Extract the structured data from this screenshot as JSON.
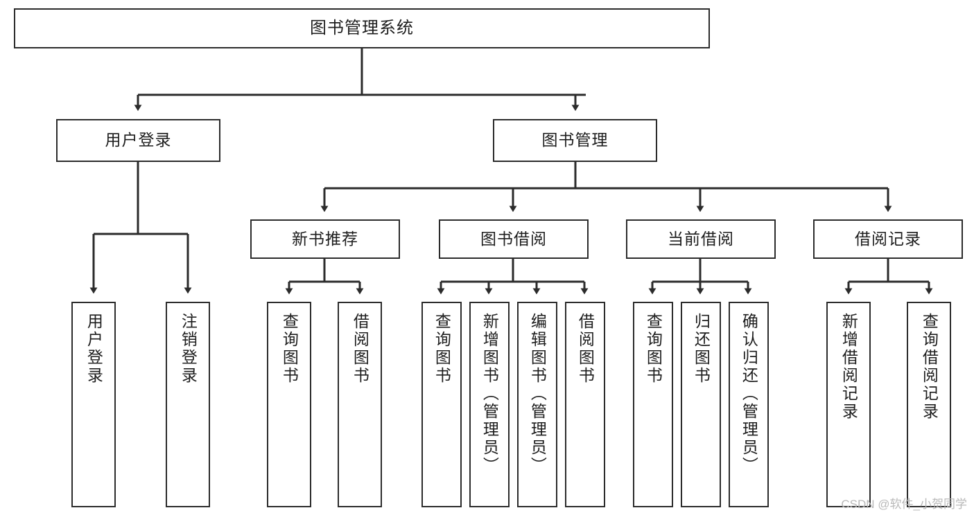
{
  "diagram": {
    "title": "图书管理系统",
    "type": "tree-hierarchy-chart",
    "orientation": "top-down",
    "colors": {
      "background": "#ffffff",
      "node_fill": "#ffffff",
      "node_border": "#2b2b2b",
      "edge": "#2b2b2b",
      "text": "#1d1d1d",
      "watermark": "#b9b9b9"
    }
  },
  "root": {
    "label": "图书管理系统"
  },
  "level2": [
    {
      "label": "用户登录"
    },
    {
      "label": "图书管理"
    }
  ],
  "level3": [
    {
      "label": "新书推荐"
    },
    {
      "label": "图书借阅"
    },
    {
      "label": "当前借阅"
    },
    {
      "label": "借阅记录"
    }
  ],
  "leaves": {
    "user_login": [
      {
        "label": "用户登录"
      },
      {
        "label": "注销登录"
      }
    ],
    "new_book": [
      {
        "label": "查询图书"
      },
      {
        "label": "借阅图书"
      }
    ],
    "book_borrow": [
      {
        "label": "查询图书"
      },
      {
        "label": "新增图书（管理员）"
      },
      {
        "label": "编辑图书（管理员）"
      },
      {
        "label": "借阅图书"
      }
    ],
    "current_borrow": [
      {
        "label": "查询图书"
      },
      {
        "label": "归还图书"
      },
      {
        "label": "确认归还（管理员）"
      }
    ],
    "borrow_record": [
      {
        "label": "新增借阅记录"
      },
      {
        "label": "查询借阅记录"
      }
    ]
  },
  "watermark": {
    "text": "CSDN @软件_小贺同学"
  }
}
